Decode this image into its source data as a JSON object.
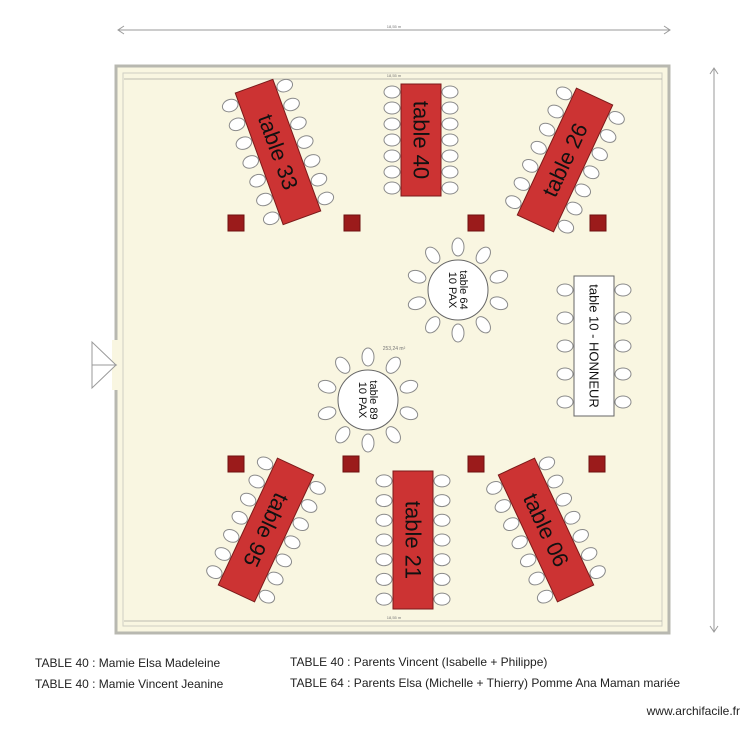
{
  "tables": [
    {
      "id": "t33",
      "label": "table 33",
      "shape": "rect"
    },
    {
      "id": "t40",
      "label": "table 40",
      "shape": "rect"
    },
    {
      "id": "t26",
      "label": "table 26",
      "shape": "rect"
    },
    {
      "id": "t10",
      "label": "table 10 - HONNEUR",
      "shape": "rect"
    },
    {
      "id": "t64",
      "label": "table 64",
      "sublabel": "10 PAX",
      "shape": "round"
    },
    {
      "id": "t89",
      "label": "table 89",
      "sublabel": "10 PAX",
      "shape": "round"
    },
    {
      "id": "t95",
      "label": "table 95",
      "shape": "rect"
    },
    {
      "id": "t21",
      "label": "table 21",
      "shape": "rect"
    },
    {
      "id": "t06",
      "label": "table 06",
      "shape": "rect"
    }
  ],
  "dimensions": {
    "top": "18,55 m",
    "inner_top": "18,55 m",
    "bottom": "18,55 m",
    "area": "253,24 m²"
  },
  "notes": [
    "TABLE 40 : Mamie Elsa Madeleine",
    "TABLE 40 : Mamie Vincent Jeanine",
    "TABLE 40 : Parents Vincent (Isabelle + Philippe)",
    "TABLE 64 : Parents Elsa (Michelle + Thierry) Pomme Ana Maman mariée"
  ],
  "credit": "www.archifacile.fr",
  "colors": {
    "floor": "#f9f6e1",
    "table_fill": "#cc3333",
    "pillar": "#9b1b1b",
    "wall": "#b8b8b0",
    "chair_stroke": "#8a8a8a"
  }
}
